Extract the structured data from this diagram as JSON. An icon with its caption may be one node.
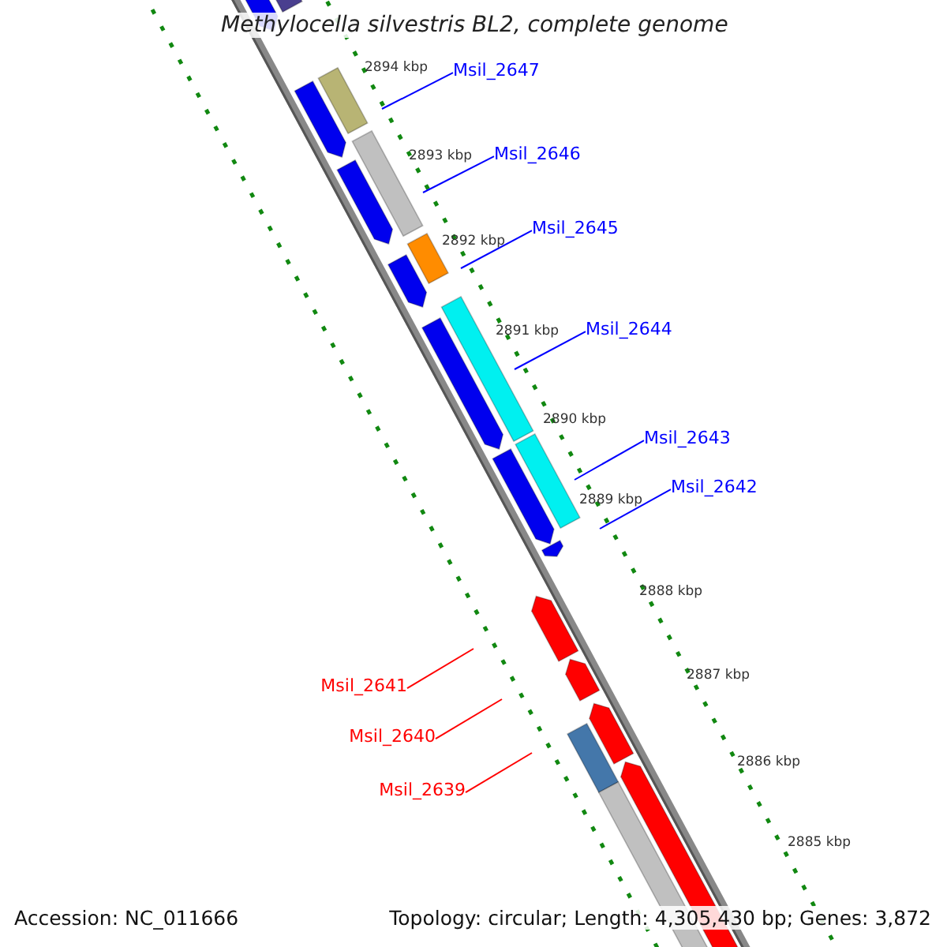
{
  "diagram": {
    "title": "Methylocella silvestris BL2, complete genome",
    "nodes": [
      {
        "text": [
          "Msil_2647"
        ]
      },
      {
        "text": [
          "Msil_2646"
        ]
      },
      {
        "text": [
          "Msil_2645"
        ]
      },
      {
        "text": [
          "Msil_2644"
        ]
      },
      {
        "text": [
          "Msil_2643"
        ]
      },
      {
        "text": [
          "Msil_2642"
        ]
      },
      {
        "text": [
          "Msil_2641"
        ]
      },
      {
        "text": [
          "Msil_2640"
        ]
      },
      {
        "text": [
          "Msil_2639"
        ]
      }
    ],
    "edges": [
      {
        "from": 0,
        "to": null,
        "arrow": "none"
      },
      {
        "from": 1,
        "to": null,
        "arrow": "none"
      },
      {
        "from": 2,
        "to": null,
        "arrow": "none"
      },
      {
        "from": 3,
        "to": null,
        "arrow": "none"
      },
      {
        "from": 4,
        "to": null,
        "arrow": "none"
      },
      {
        "from": 5,
        "to": null,
        "arrow": "none"
      },
      {
        "from": 6,
        "to": null,
        "arrow": "none",
        "color": "#ff0000"
      },
      {
        "from": 7,
        "to": null,
        "arrow": "none",
        "color": "#ff0000"
      },
      {
        "from": 8,
        "to": null,
        "arrow": "none",
        "color": "#ff0000"
      }
    ],
    "labels": [
      "2894 kbp",
      "2893 kbp",
      "2892 kbp",
      "2891 kbp",
      "2890 kbp",
      "2889 kbp",
      "2888 kbp",
      "2887 kbp",
      "2886 kbp",
      "2885 kbp",
      "Accession: NC_011666",
      "Topology: circular; Length: 4,305,430 bp; Genes: 3,872"
    ]
  }
}
